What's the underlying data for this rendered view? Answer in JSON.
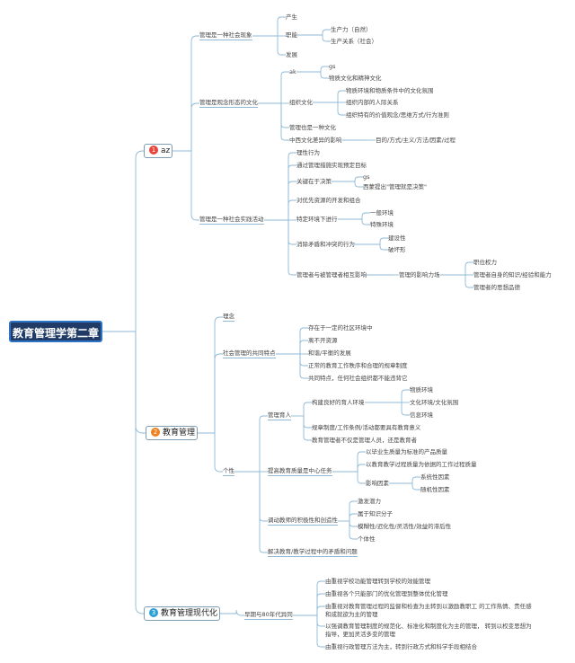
{
  "root": "教育管理学第二章",
  "colors": {
    "badge1": "#e8453c",
    "badge2": "#f0801e",
    "badge3": "#2b9fd8",
    "line": "#8fb9d6"
  },
  "b1": {
    "num": "1",
    "label": "az",
    "s1": {
      "label": "管理是一种社会现象",
      "c1": "产生",
      "c2": "职能",
      "c2a": "生产力（自然）",
      "c2b": "生产关系（社会）",
      "c3": "发展"
    },
    "s2": {
      "label": "管理是观念形态的文化",
      "a": "ak",
      "a1": "gs",
      "a2": "物质文化和精神文化",
      "b": "组织文化",
      "b1": "物质环境和物质条件中的文化氛围",
      "b2": "组织内部的人际关系",
      "b3": "组织特有的价值观念/思维方式/行为准则",
      "c": "管理也是一种文化",
      "d": "中西文化差异的影响",
      "d1": "目的/方式/主义/方法/因素/过程"
    },
    "s3": {
      "label": "管理是一种社会实践活动",
      "a": "理性行为",
      "b": "通过管理措施实现预定目标",
      "c": "关键在于决策",
      "c1": "gs",
      "c2": "西蒙提出\"管理就是决策\"",
      "d": "对优先资源的开发和组合",
      "e": "特定环境下进行",
      "e1": "一般环境",
      "e2": "特殊环境",
      "f": "消除矛盾和冲突的行为",
      "f1": "建设性",
      "f2": "破坏形",
      "g": "管理者与被管理者相互影响",
      "g1": "管理的影响力场",
      "g1a": "职位权力",
      "g1b": "管理者自身的知识/经验和能力",
      "g1c": "管理者的思想品德"
    }
  },
  "b2": {
    "num": "2",
    "label": "教育管理",
    "s1": {
      "label": "理念"
    },
    "s2": {
      "label": "社会管理的共同特点",
      "c1": "存在于一定的社区环境中",
      "c2": "离不开资源",
      "c3": "和谐/平衡的发展",
      "c4": "正常的教育工作秩序和合理的规章制度",
      "c5": "共同特点，任何社会组织都不能违背它"
    },
    "s3": {
      "label": "个性",
      "a": "管理育人",
      "a1": "构建良好的育人环境",
      "a1a": "物质环境",
      "a1b": "文化环境/文化氛围",
      "a1c": "信息环境",
      "a2": "规章制度/工作条例/活动都要具有教育意义",
      "a3": "教育管理者不仅是管理人员，还是教育者",
      "b": "提高教育质量是中心任务",
      "b1": "以毕业生质量为标准的产品质量",
      "b2": "以教育教学过程质量为依据的工作过程质量",
      "b3": "影响因素",
      "b3a": "系统性因素",
      "b3b": "随机性因素",
      "c": "调动教师的积极性和创造性",
      "c1": "激发潜力",
      "c2": "属于知识分子",
      "c3": "模糊性/迟化性/灵活性/效益的滞后性",
      "c4": "个体性",
      "d": "解决教育/教学过程中的矛盾和问题"
    }
  },
  "b3": {
    "num": "3",
    "label": "教育管理现代化",
    "s1": {
      "label": "早期与80年代异同",
      "c1": "由重视学校功能管理转到学校的效能管理",
      "c2": "由重视各个只能部门的优化管理到整体优化管理",
      "c3": "由重视对教育管理过程的监督和检查为主转到以激励教职工 的工作热情、责任感",
      "c3b": "和成就欲为主的管理",
      "c4": "以强调教育管理制度的规范化、标准化和制度化为主的管理，  转到以权变思想为",
      "c4b": "指导，更加灵活多变的管理",
      "c5": "由重视行政管理方法为主，转到行政方式和科学手段相结合"
    }
  }
}
